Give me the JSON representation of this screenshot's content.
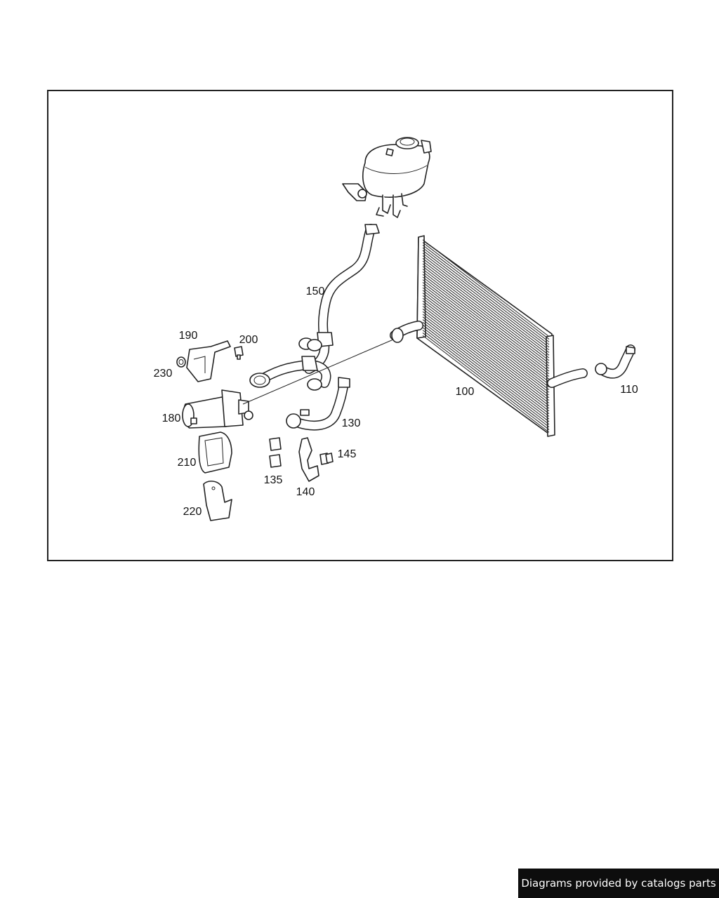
{
  "diagram": {
    "callouts": {
      "c100": "100",
      "c110": "110",
      "c130": "130",
      "c135": "135",
      "c140": "140",
      "c145": "145",
      "c150": "150",
      "c180": "180",
      "c190": "190",
      "c200": "200",
      "c210": "210",
      "c220": "220",
      "c230": "230"
    }
  },
  "footer": {
    "credit": "Diagrams provided by catalogs parts"
  }
}
